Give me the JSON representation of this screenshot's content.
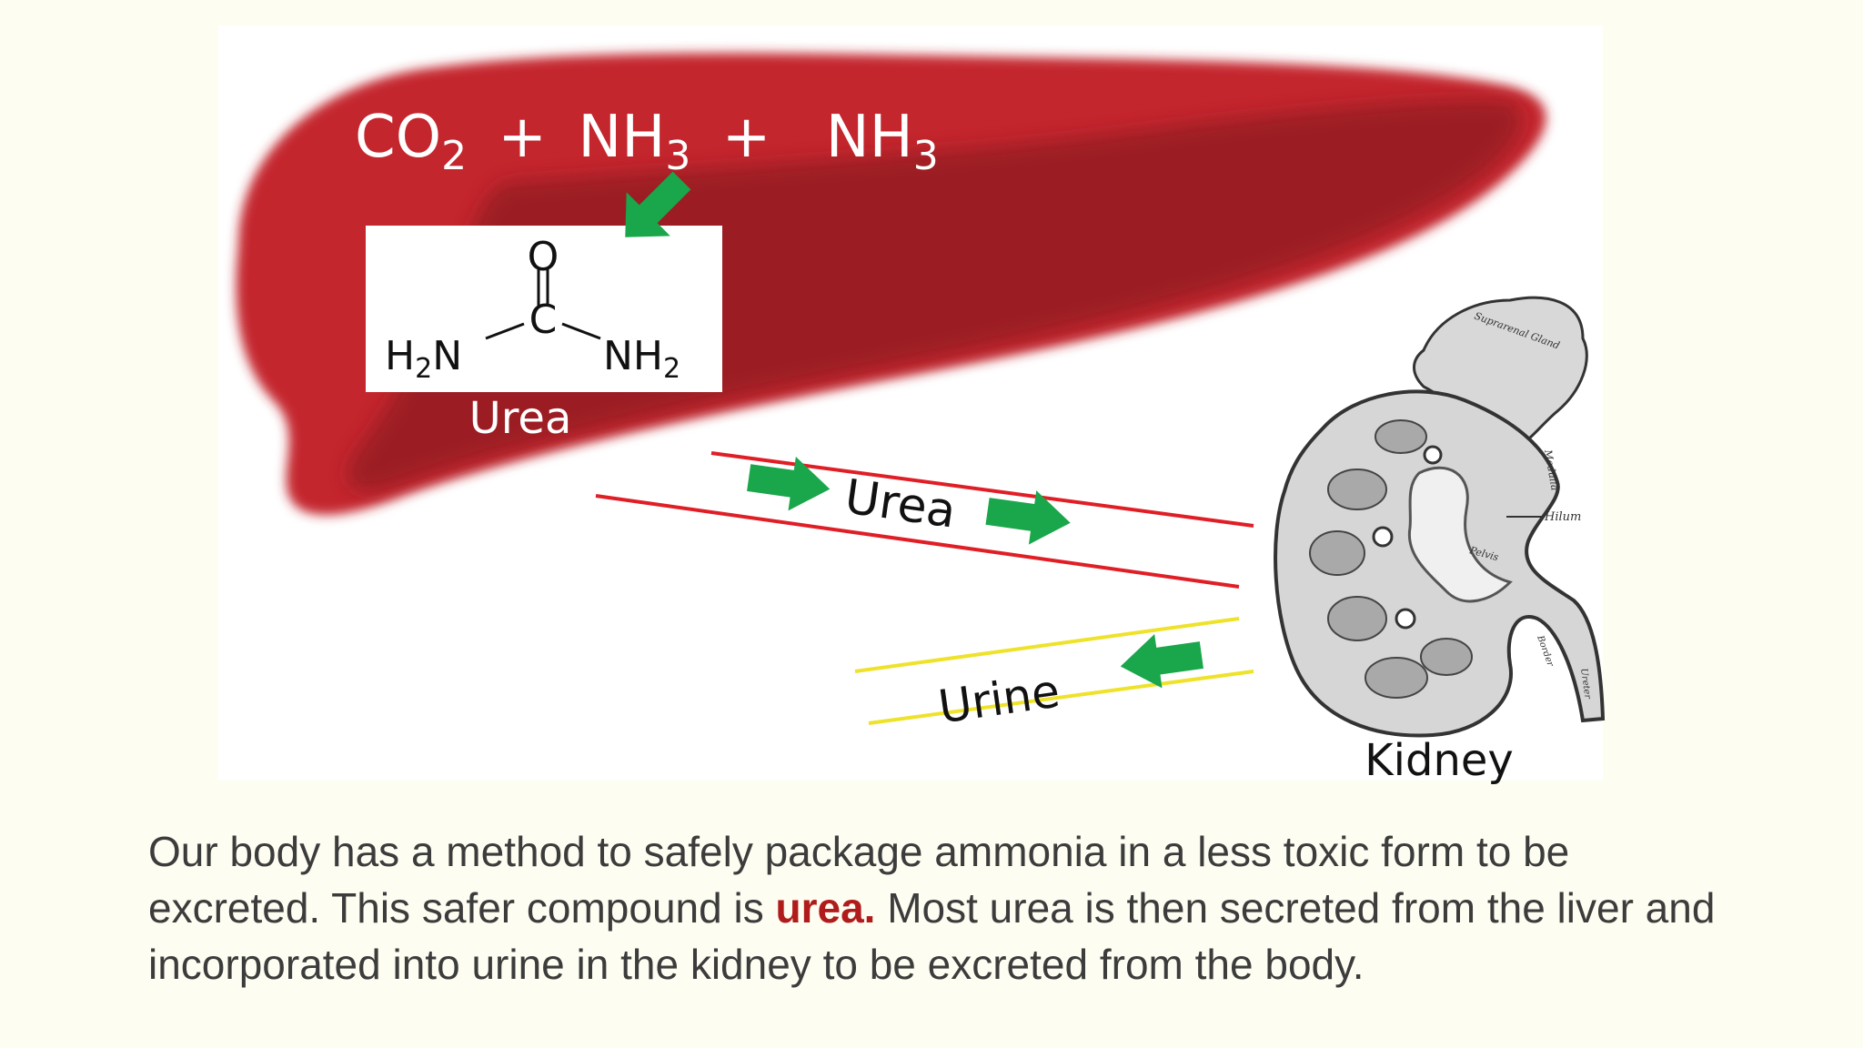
{
  "diagram": {
    "equation": {
      "co2": {
        "base": "CO",
        "sub": "2"
      },
      "plus_1": "+",
      "nh3_1": {
        "base": "NH",
        "sub": "3"
      },
      "plus_2": "+",
      "nh3_2": {
        "base": "NH",
        "sub": "3"
      }
    },
    "urea_structure": {
      "oxygen": "O",
      "carbon": "C",
      "left_group": {
        "base": "H",
        "sub": "2",
        "tail": "N"
      },
      "right_group": {
        "base": "NH",
        "sub": "2"
      }
    },
    "urea_caption": "Urea",
    "channel_urea_label": "Urea",
    "channel_urine_label": "Urine",
    "kidney_label": "Kidney",
    "kidney_annotations": {
      "gland": "Suprarenal Gland",
      "medulla": "Medulla",
      "hilum": "Hilum",
      "pelvis": "Pelvis",
      "border": "Border",
      "ureter": "Ureter"
    },
    "colors": {
      "liver": "#c4262e",
      "liver_dark": "#951c21",
      "arrow": "#1aa64a",
      "urea_channel": "#e01e26",
      "urine_channel": "#eee22a"
    }
  },
  "caption": {
    "part1": "Our body has a method to safely package ammonia in a less toxic form to be excreted. This safer compound is ",
    "highlight": "urea.",
    "part2": " Most urea is then secreted from the liver and incorporated into urine in the kidney to be excreted from the body."
  }
}
